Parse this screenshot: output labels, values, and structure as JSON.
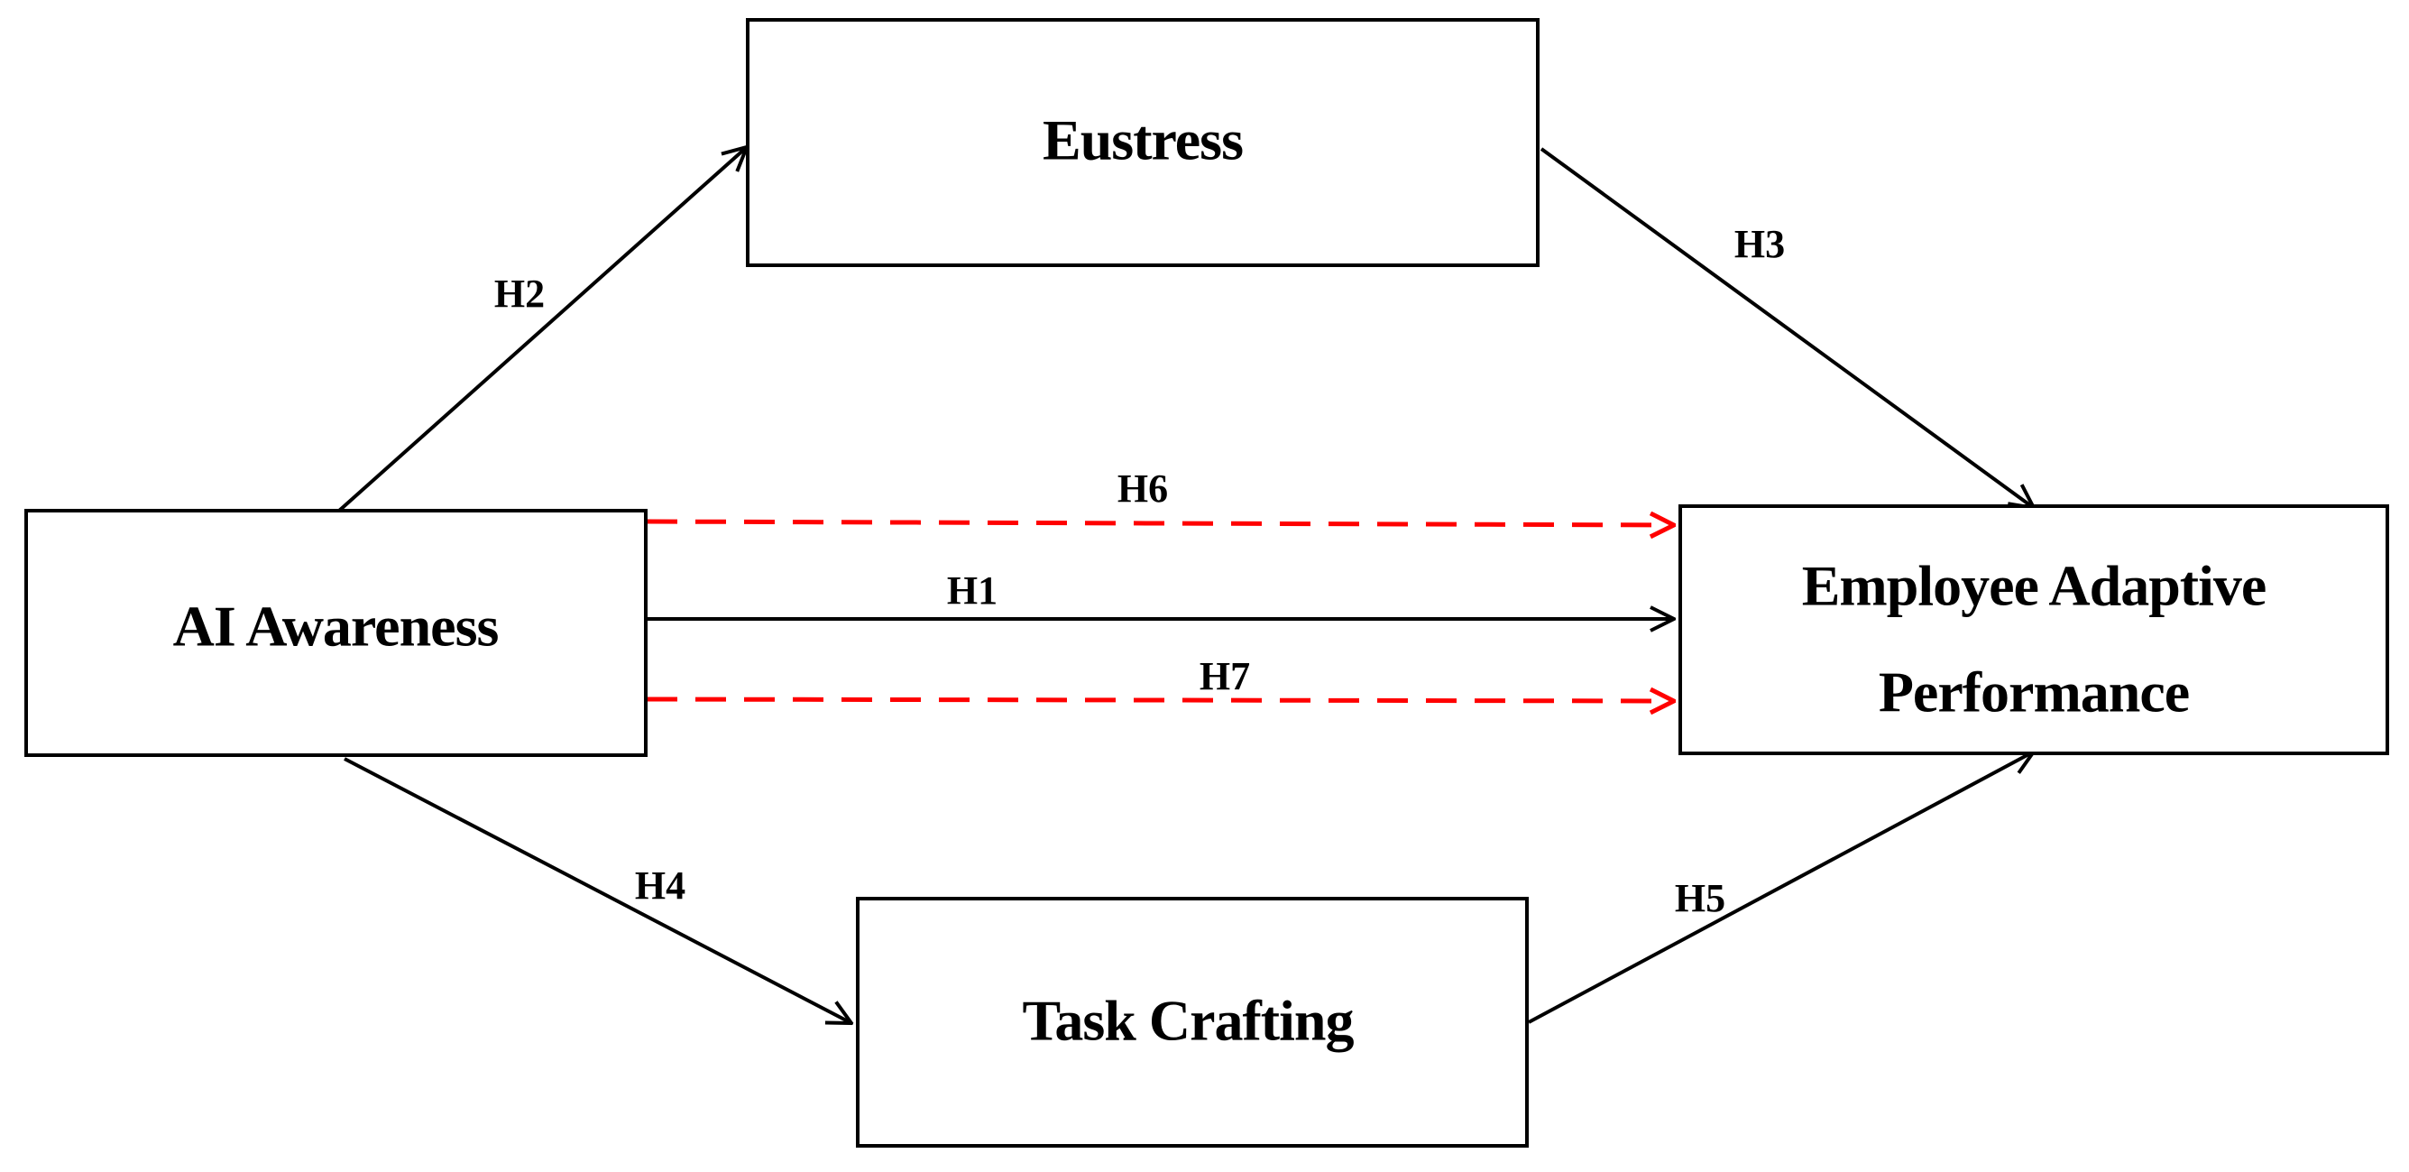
{
  "nodes": {
    "eustress": {
      "label": "Eustress"
    },
    "ai_awareness": {
      "label": "AI Awareness"
    },
    "employee_adaptive_performance": {
      "line1": "Employee Adaptive",
      "line2": "Performance"
    },
    "task_crafting": {
      "label": "Task Crafting"
    }
  },
  "edges": {
    "h1": {
      "label": "H1",
      "from": "AI Awareness",
      "to": "Employee Adaptive Performance",
      "style": "solid"
    },
    "h2": {
      "label": "H2",
      "from": "AI Awareness",
      "to": "Eustress",
      "style": "solid"
    },
    "h3": {
      "label": "H3",
      "from": "Eustress",
      "to": "Employee Adaptive Performance",
      "style": "solid"
    },
    "h4": {
      "label": "H4",
      "from": "AI Awareness",
      "to": "Task Crafting",
      "style": "solid"
    },
    "h5": {
      "label": "H5",
      "from": "Task Crafting",
      "to": "Employee Adaptive Performance",
      "style": "solid"
    },
    "h6": {
      "label": "H6",
      "from": "AI Awareness",
      "to": "Employee Adaptive Performance",
      "style": "dashed"
    },
    "h7": {
      "label": "H7",
      "from": "AI Awareness",
      "to": "Employee Adaptive Performance",
      "style": "dashed"
    }
  },
  "colors": {
    "line": "#000000",
    "dashed": "#ff0000",
    "background": "#ffffff"
  }
}
